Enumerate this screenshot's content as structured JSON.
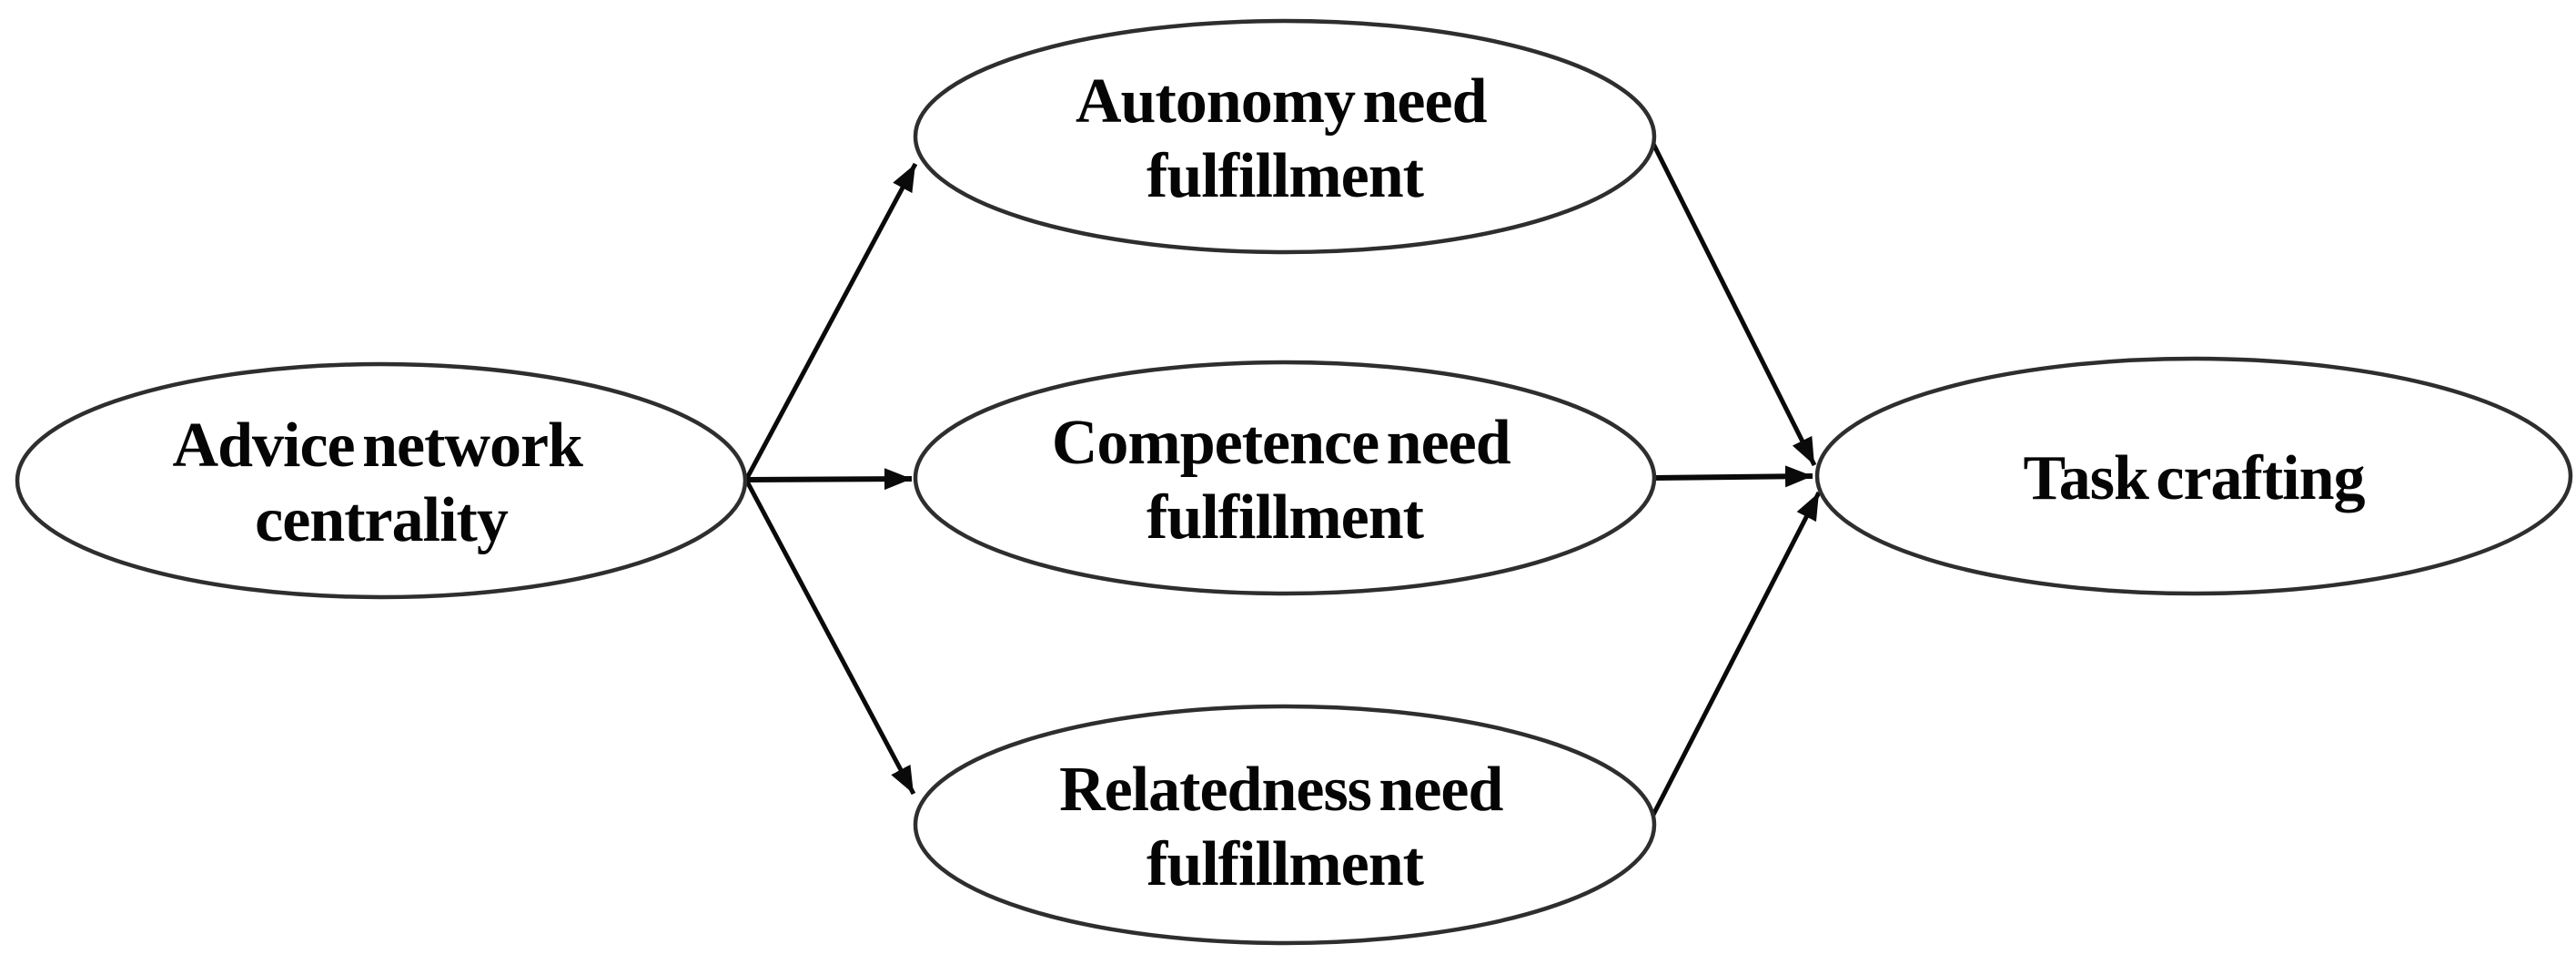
{
  "diagram": {
    "type": "path-model",
    "background_color": "#ffffff",
    "node_fill_color": "#ffffff",
    "node_stroke_color": "#2e2e2e",
    "edge_color": "#0a0a0a",
    "text_color": "#050505",
    "nodes": {
      "advice": {
        "id": "advice-network-centrality",
        "lines": [
          "Advice network",
          "centrality"
        ]
      },
      "autonomy": {
        "id": "autonomy-need-fulfillment",
        "lines": [
          "Autonomy need",
          "fulfillment"
        ]
      },
      "competence": {
        "id": "competence-need-fulfillment",
        "lines": [
          "Competence need",
          "fulfillment"
        ]
      },
      "relatedness": {
        "id": "relatedness-need-fulfillment",
        "lines": [
          "Relatedness need",
          "fulfillment"
        ]
      },
      "task": {
        "id": "task-crafting",
        "lines": [
          "Task crafting"
        ]
      }
    },
    "edges": [
      {
        "from": "Advice network centrality",
        "to": "Autonomy need fulfillment",
        "style": "arrow"
      },
      {
        "from": "Advice network centrality",
        "to": "Competence need fulfillment",
        "style": "arrow"
      },
      {
        "from": "Advice network centrality",
        "to": "Relatedness need fulfillment",
        "style": "arrow"
      },
      {
        "from": "Autonomy need fulfillment",
        "to": "Task crafting",
        "style": "arrow"
      },
      {
        "from": "Competence need fulfillment",
        "to": "Task crafting",
        "style": "arrow"
      },
      {
        "from": "Relatedness need fulfillment",
        "to": "Task crafting",
        "style": "arrow"
      }
    ]
  }
}
